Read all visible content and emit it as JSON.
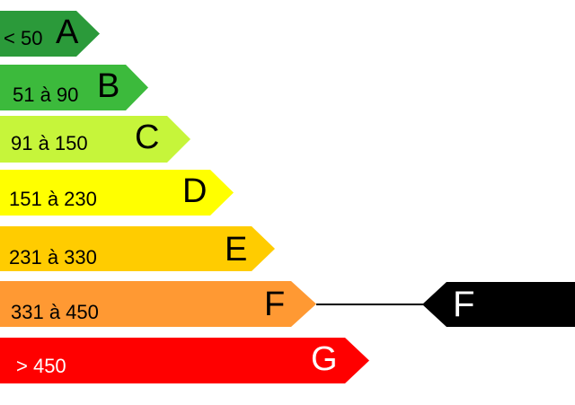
{
  "classes": [
    {
      "letter": "A",
      "range": "< 50",
      "color": "#2b9a3a"
    },
    {
      "letter": "B",
      "range": "51 à 90",
      "color": "#3cba3c"
    },
    {
      "letter": "C",
      "range": "91 à 150",
      "color": "#c6f53a"
    },
    {
      "letter": "D",
      "range": "151 à 230",
      "color": "#ffff00"
    },
    {
      "letter": "E",
      "range": "231 à 330",
      "color": "#ffcc00"
    },
    {
      "letter": "F",
      "range": "331 à 450",
      "color": "#ff9933"
    },
    {
      "letter": "G",
      "range": "> 450",
      "color": "#ff0000"
    }
  ],
  "indicator": {
    "letter": "F",
    "color": "#000000"
  }
}
